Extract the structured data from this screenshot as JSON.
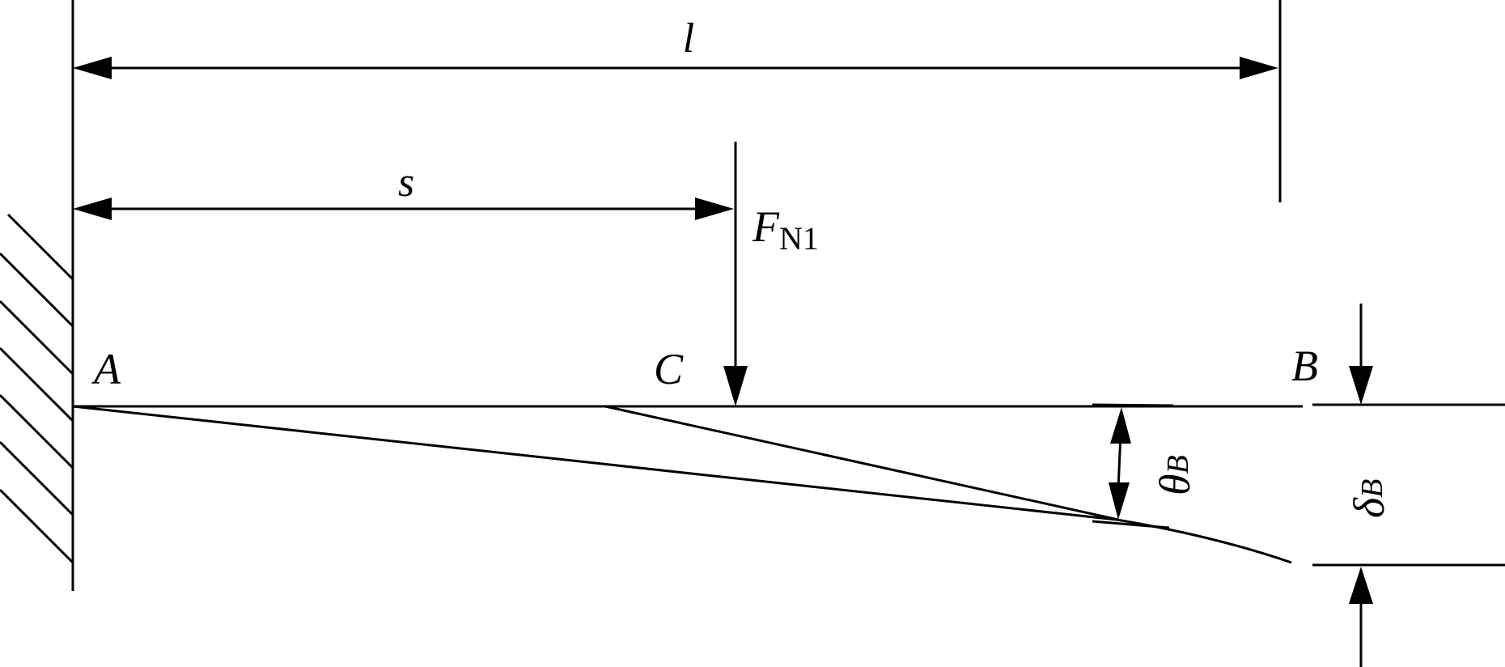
{
  "labels": {
    "total_length": "l",
    "load_position": "s",
    "force_main": "F",
    "force_sub": "N1",
    "point_a": "A",
    "point_b": "B",
    "point_c": "C",
    "rotation_main": "θ",
    "rotation_sub": "B",
    "deflection_main": "δ",
    "deflection_sub": "B"
  }
}
